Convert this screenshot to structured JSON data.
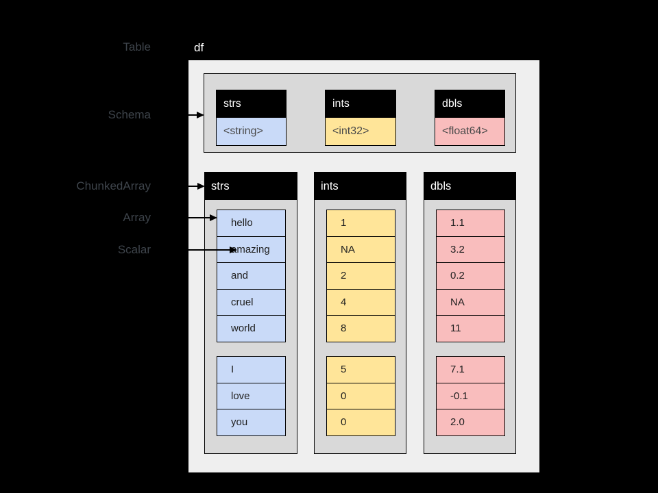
{
  "title": "df",
  "labels": {
    "table": "Table",
    "schema": "Schema",
    "chunked_array": "ChunkedArray",
    "array": "Array",
    "scalar": "Scalar"
  },
  "colors": {
    "background": "#000000",
    "container_fill": "#efefef",
    "panel_fill": "#d9d9d9",
    "header_fill": "#000000",
    "header_text": "#ffffff",
    "side_label_text": "#3e444b",
    "string_fill": "#c9daf8",
    "int_fill": "#ffe599",
    "double_fill": "#f9bdbd"
  },
  "schema": {
    "fields": [
      {
        "name": "strs",
        "type": "<string>"
      },
      {
        "name": "ints",
        "type": "<int32>"
      },
      {
        "name": "dbls",
        "type": "<float64>"
      }
    ]
  },
  "columns": [
    {
      "name": "strs",
      "chunks": [
        [
          "hello",
          "amazing",
          "and",
          "cruel",
          "world"
        ],
        [
          "I",
          "love",
          "you"
        ]
      ]
    },
    {
      "name": "ints",
      "chunks": [
        [
          "1",
          "NA",
          "2",
          "4",
          "8"
        ],
        [
          "5",
          "0",
          "0"
        ]
      ]
    },
    {
      "name": "dbls",
      "chunks": [
        [
          "1.1",
          "3.2",
          "0.2",
          "NA",
          "11"
        ],
        [
          "7.1",
          "-0.1",
          "2.0"
        ]
      ]
    }
  ]
}
